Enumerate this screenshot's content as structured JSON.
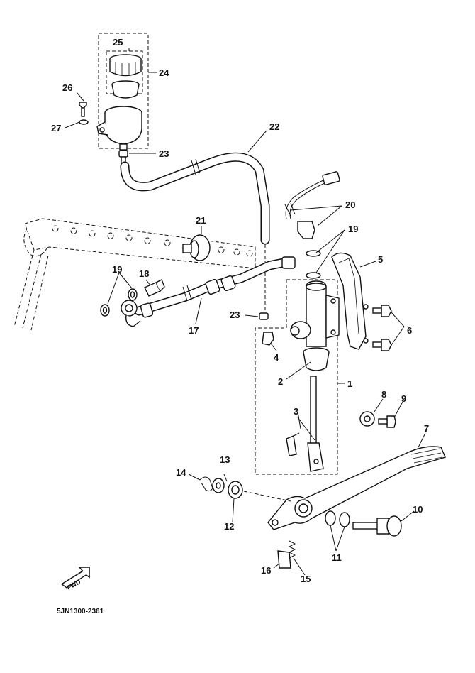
{
  "diagram": {
    "reference_code": "5JN1300-2361",
    "fwd_label": "FWD",
    "callouts": [
      {
        "id": "1",
        "text": "1"
      },
      {
        "id": "2",
        "text": "2"
      },
      {
        "id": "3",
        "text": "3"
      },
      {
        "id": "4",
        "text": "4"
      },
      {
        "id": "5",
        "text": "5"
      },
      {
        "id": "6",
        "text": "6"
      },
      {
        "id": "7",
        "text": "7"
      },
      {
        "id": "8",
        "text": "8"
      },
      {
        "id": "9",
        "text": "9"
      },
      {
        "id": "10",
        "text": "10"
      },
      {
        "id": "11",
        "text": "11"
      },
      {
        "id": "12",
        "text": "12"
      },
      {
        "id": "13",
        "text": "13"
      },
      {
        "id": "14",
        "text": "14"
      },
      {
        "id": "15",
        "text": "15"
      },
      {
        "id": "16",
        "text": "16"
      },
      {
        "id": "17",
        "text": "17"
      },
      {
        "id": "18",
        "text": "18"
      },
      {
        "id": "19a",
        "text": "19"
      },
      {
        "id": "19b",
        "text": "19"
      },
      {
        "id": "20",
        "text": "20"
      },
      {
        "id": "21",
        "text": "21"
      },
      {
        "id": "22",
        "text": "22"
      },
      {
        "id": "23a",
        "text": "23"
      },
      {
        "id": "23b",
        "text": "23"
      },
      {
        "id": "24",
        "text": "24"
      },
      {
        "id": "25",
        "text": "25"
      },
      {
        "id": "26",
        "text": "26"
      },
      {
        "id": "27",
        "text": "27"
      }
    ]
  }
}
